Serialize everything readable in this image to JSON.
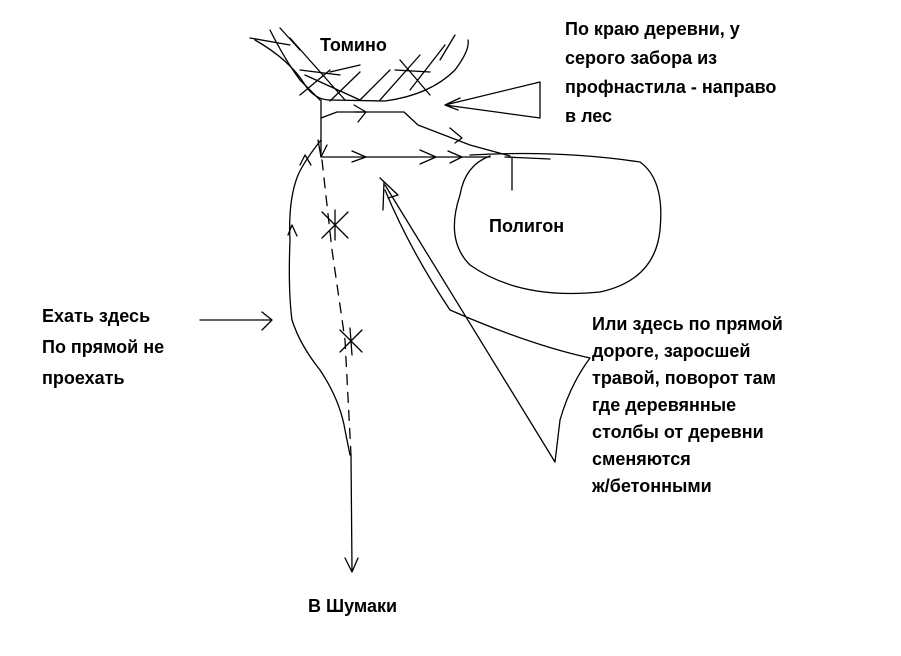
{
  "labels": {
    "village": "Томино",
    "polygon": "Полигон",
    "destination": "В Шумаки",
    "note_top": [
      "По краю деревни, у",
      "серого забора из",
      "профнастила - направо",
      "в лес"
    ],
    "note_left": [
      "Ехать здесь",
      "По прямой не",
      "проехать"
    ],
    "note_right": [
      "Или здесь по прямой",
      "дороге, заросшей",
      "травой, поворот там",
      "где деревянные",
      "столбы от деревни",
      "сменяются",
      "ж/бетонными"
    ]
  },
  "colors": {
    "ink": "#000000",
    "background": "#ffffff"
  }
}
